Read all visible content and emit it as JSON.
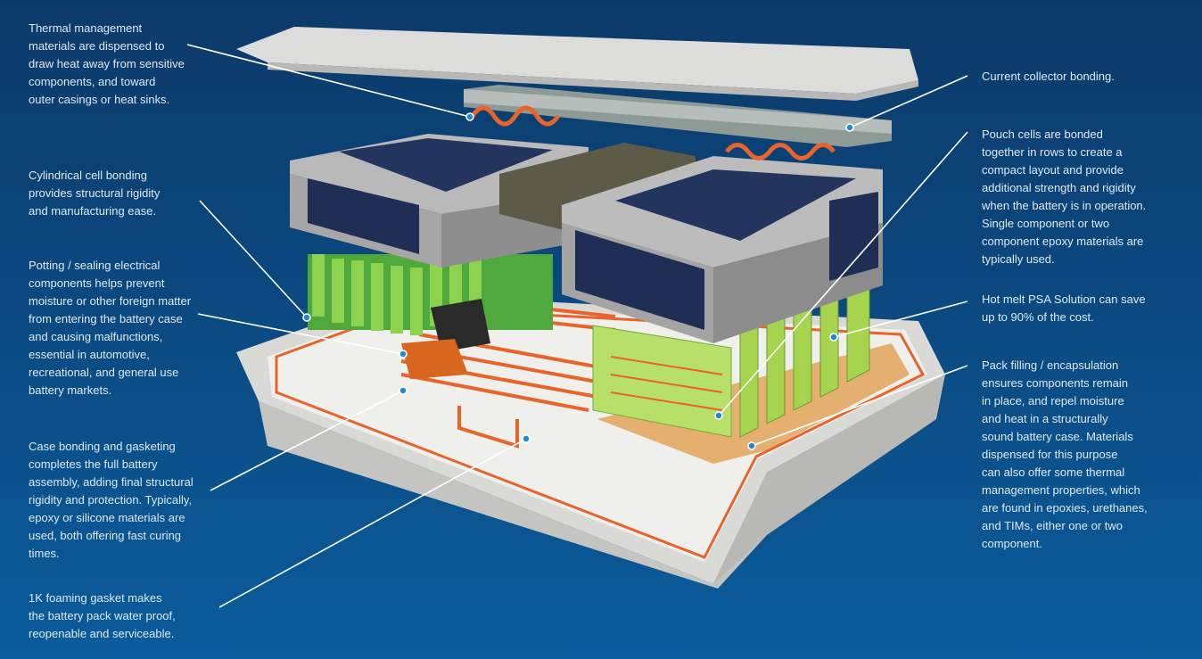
{
  "left_notes": [
    "Thermal management\nmaterials are dispensed to\ndraw heat away from sensitive\ncomponents, and toward\nouter casings or heat sinks.",
    "Cylindrical cell bonding\nprovides structural rigidity\nand manufacturing ease.",
    "Potting / sealing electrical\ncomponents helps prevent\nmoisture or other foreign matter\nfrom entering the battery case\nand causing malfunctions,\nessential in automotive,\nrecreational, and general use\nbattery markets.",
    "Case bonding and gasketing\ncompletes the full battery\nassembly, adding final structural\nrigidity and protection. Typically,\nepoxy or silicone materials are\nused, both offering fast curing\ntimes.",
    "1K foaming gasket makes\nthe battery pack water proof,\nreopenable and serviceable."
  ],
  "right_notes": [
    "Current collector bonding.",
    "Pouch cells are bonded\ntogether in rows to create a\ncompact layout and provide\nadditional strength and rigidity\nwhen the battery is in operation.\nSingle component or two\ncomponent epoxy materials are\ntypically used.",
    "Hot melt PSA Solution can save\nup to 90% of the cost.",
    "Pack filling / encapsulation\nensures components remain\nin place, and repel moisture\nand heat in a structurally\nsound battery case. Materials\ndispensed for this purpose\ncan also offer some thermal\nmanagement properties, which\nare found in epoxies, urethanes,\nand TIMs, either one or two\ncomponent."
  ],
  "colors": {
    "background_top": "#0b3a69",
    "background_bottom": "#0a5c9c",
    "thermal_tube": "#e8642a",
    "cells": "#8cc63f",
    "case": "#e8e8e4"
  }
}
